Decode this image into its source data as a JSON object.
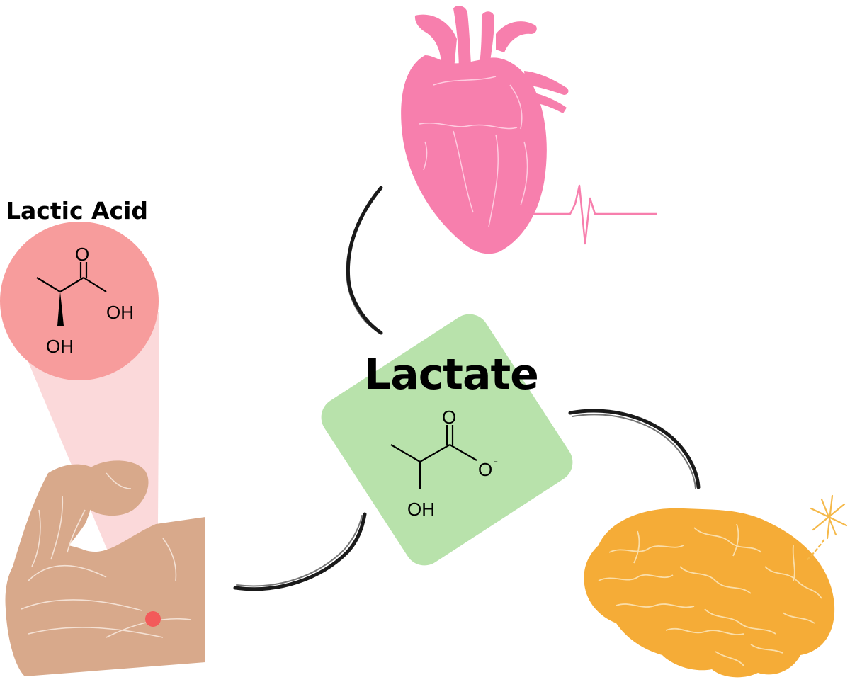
{
  "labels": {
    "lactic_acid_title": "Lactic Acid",
    "lactate_title": "Lactate"
  },
  "lactic_acid_structure": {
    "carbonyl_oxygen": "O",
    "hydroxyl_acid": "OH",
    "hydroxyl_alpha": "OH"
  },
  "lactate_structure": {
    "carbonyl_oxygen": "O",
    "carboxylate_oxygen": "O",
    "charge": "-",
    "hydroxyl_alpha": "OH"
  },
  "colors": {
    "heart": "#f77fad",
    "brain": "#f5ac37",
    "lactate_box": "#b8e2ab",
    "lactic_circle": "#f79c9c",
    "arm_skin": "#d8a98b",
    "connector": "#1a1a1a",
    "spark": "#f5b94a"
  },
  "icons": [
    "heart-icon",
    "heartbeat-line-icon",
    "brain-icon",
    "spark-icon",
    "flexed-arm-icon"
  ]
}
